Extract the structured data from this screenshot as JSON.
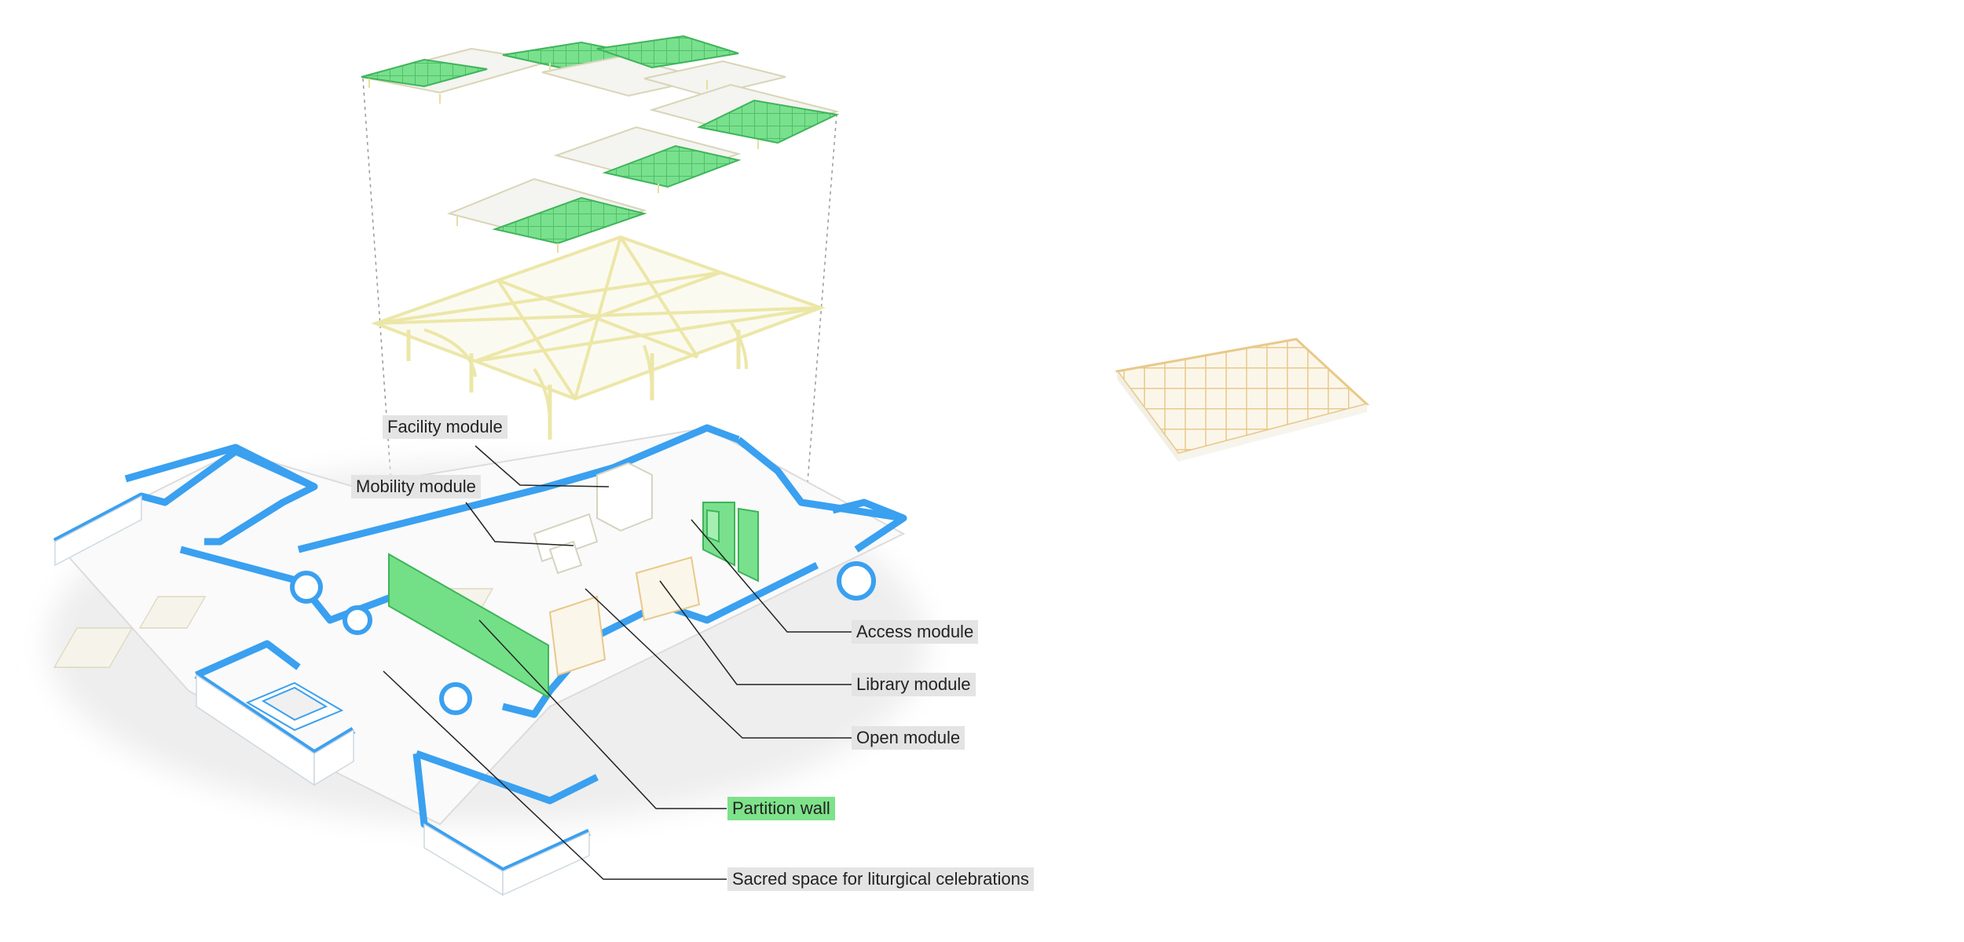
{
  "labels": {
    "facility": "Facility module",
    "mobility": "Mobility module",
    "access": "Access module",
    "library": "Library module",
    "open": "Open module",
    "partition": "Partition wall",
    "sacred": "Sacred space for liturgical celebrations"
  },
  "colors": {
    "wall_blue": "#3aa0f0",
    "green_panel": "#6fdf84",
    "structure_yellow": "#ece7a8",
    "module_beige": "#f3f0df",
    "label_bg": "#e4e4e4",
    "label_green_bg": "#7ee28a",
    "grid_tan": "#e8c98a"
  }
}
